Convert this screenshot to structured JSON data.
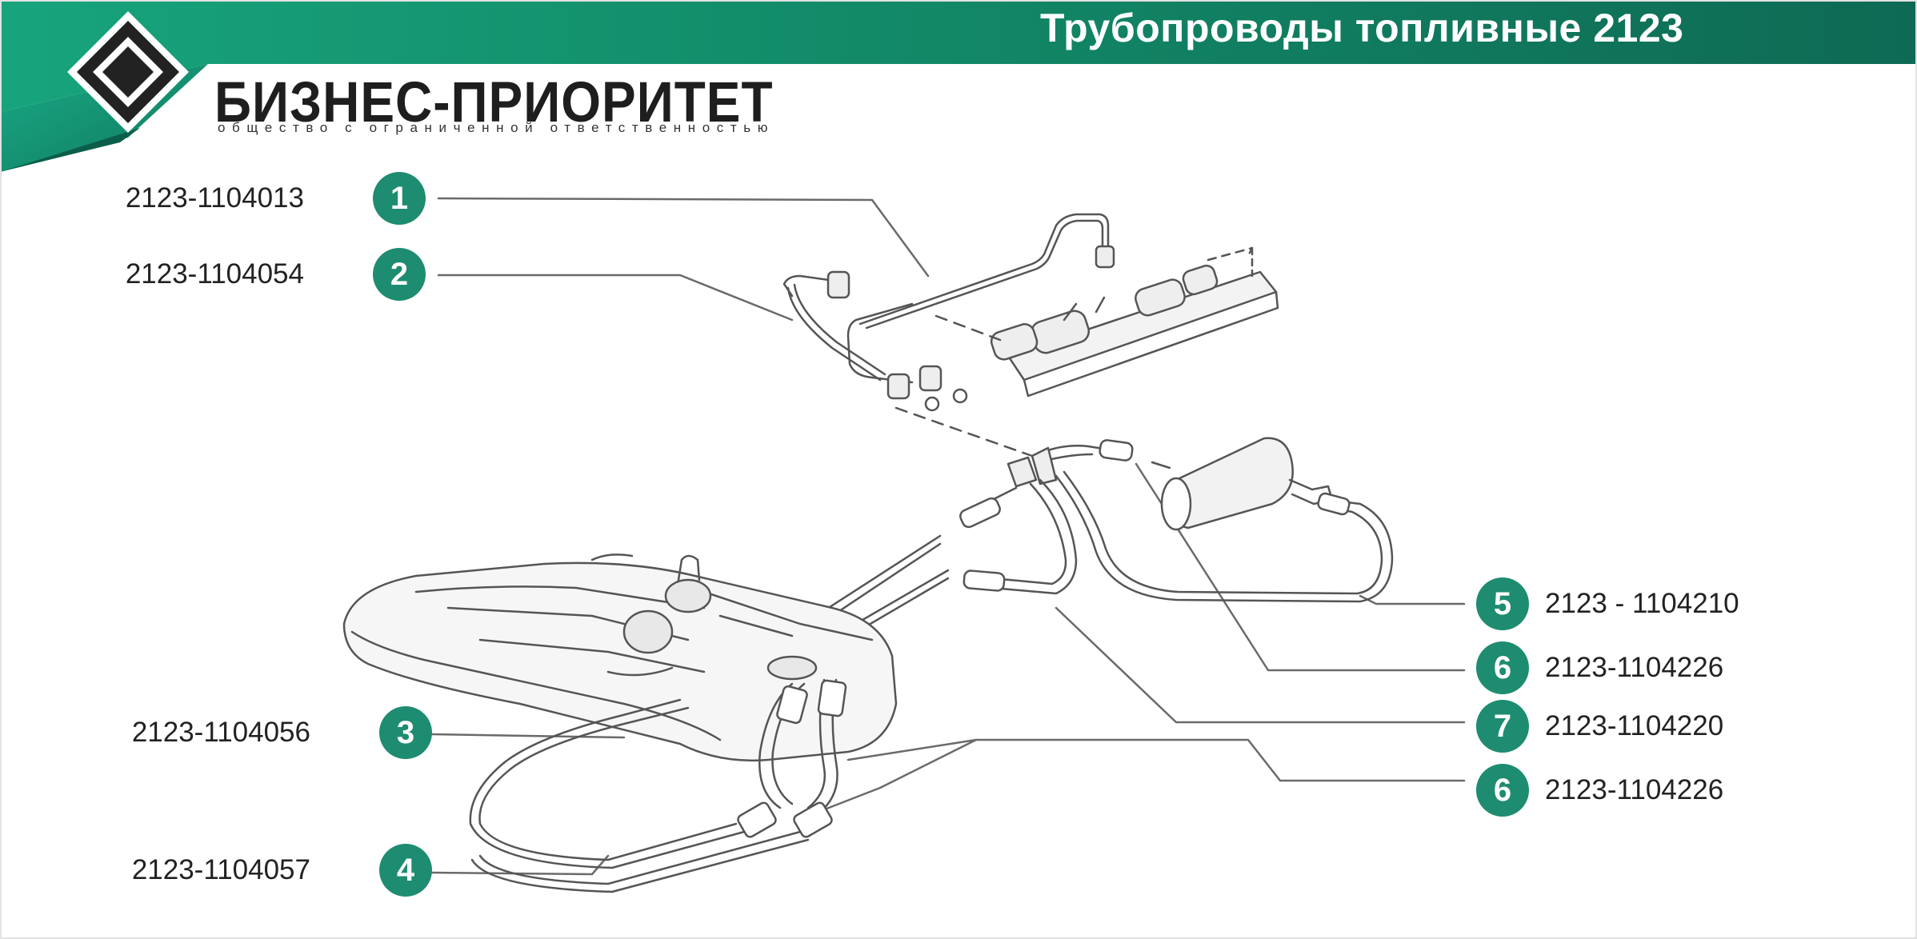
{
  "header": {
    "title": "Трубопроводы топливные 2123"
  },
  "brand": {
    "name": "БИЗНЕС-ПРИОРИТЕТ",
    "subtitle": "общество с ограниченной ответственностью"
  },
  "callouts": [
    {
      "number": "1",
      "part_number": "2123-1104013"
    },
    {
      "number": "2",
      "part_number": "2123-1104054"
    },
    {
      "number": "3",
      "part_number": "2123-1104056"
    },
    {
      "number": "4",
      "part_number": "2123-1104057"
    },
    {
      "number": "5",
      "part_number": "2123 - 1104210"
    },
    {
      "number": "6",
      "part_number": "2123-1104226"
    },
    {
      "number": "7",
      "part_number": "2123-1104220"
    },
    {
      "number": "6",
      "part_number": "2123-1104226"
    }
  ],
  "colors": {
    "accent": "#1e8c70",
    "header_dark": "#0f6b55",
    "header_light": "#149a77",
    "drawing_line": "#555555"
  }
}
